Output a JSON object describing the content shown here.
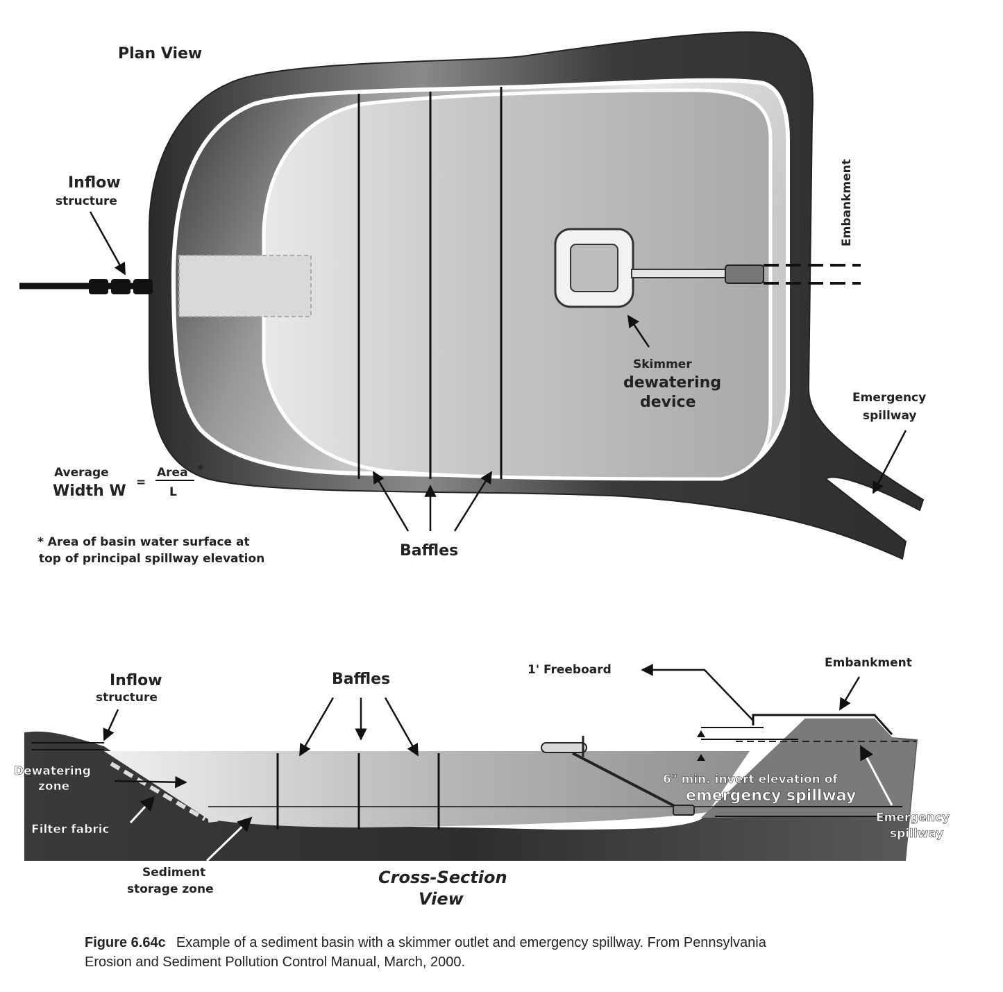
{
  "plan_view": {
    "title": "Plan View",
    "inflow_label": [
      "Inflow",
      "structure"
    ],
    "embankment_label": "Embankment",
    "skimmer_label": [
      "Skimmer",
      "dewatering",
      "device"
    ],
    "emergency_label": [
      "Emergency",
      "spillway"
    ],
    "baffles_label": "Baffles",
    "formula": {
      "lhs_line1": "Average",
      "lhs_line2": "Width W",
      "equals": "=",
      "numerator": "Area",
      "star": "*",
      "denominator": "L"
    },
    "footnote": [
      "*  Area of basin water surface at",
      "top of principal spillway elevation"
    ]
  },
  "cross_section": {
    "title": [
      "Cross-Section",
      "View"
    ],
    "inflow_label": [
      "Inflow",
      "structure"
    ],
    "baffles_label": "Baffles",
    "freeboard_label": "1' Freeboard",
    "embankment_label": "Embankment",
    "dewatering_label": [
      "Dewatering",
      "zone"
    ],
    "filter_label": "Filter fabric",
    "sediment_label": [
      "Sediment",
      "storage zone"
    ],
    "invert_label": [
      "6\" min. invert elevation of",
      "emergency spillway"
    ],
    "emergency_label": [
      "Emergency",
      "spillway"
    ]
  },
  "caption": {
    "bold": "Figure 6.64c",
    "line1": "Example of a sediment basin with a skimmer outlet and emergency spillway.   From Pennsylvania",
    "line2": "Erosion and Sediment Pollution Control Manual, March, 2000."
  }
}
